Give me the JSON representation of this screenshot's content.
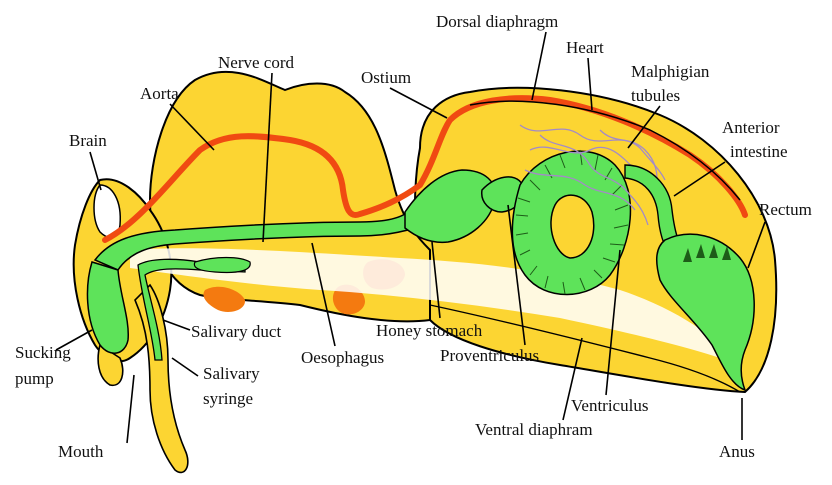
{
  "diagram": {
    "labels": {
      "dorsal_diaphragm": "Dorsal diaphragm",
      "heart": "Heart",
      "nerve_cord": "Nerve cord",
      "ostium": "Ostium",
      "malphigian_line1": "Malphigian",
      "malphigian_line2": "tubules",
      "aorta": "Aorta",
      "anterior_intestine_line1": "Anterior",
      "anterior_intestine_line2": "intestine",
      "brain": "Brain",
      "rectum": "Rectum",
      "salivary_duct": "Salivary duct",
      "honey_stomach": "Honey stomach",
      "sucking_pump_line1": "Sucking",
      "sucking_pump_line2": "pump",
      "oesophagus": "Oesophagus",
      "proventriculus": "Proventriculus",
      "salivary_syringe_line1": "Salivary",
      "salivary_syringe_line2": "syringe",
      "ventriculus": "Ventriculus",
      "ventral_diaphram": "Ventral diaphram",
      "mouth": "Mouth",
      "anus": "Anus"
    },
    "colors": {
      "body": "#fcd532",
      "gut": "#5ee35a",
      "vessel": "#f04a12",
      "fat": "#f47a10",
      "tubules": "#a38bc7",
      "outline": "#000000"
    }
  }
}
